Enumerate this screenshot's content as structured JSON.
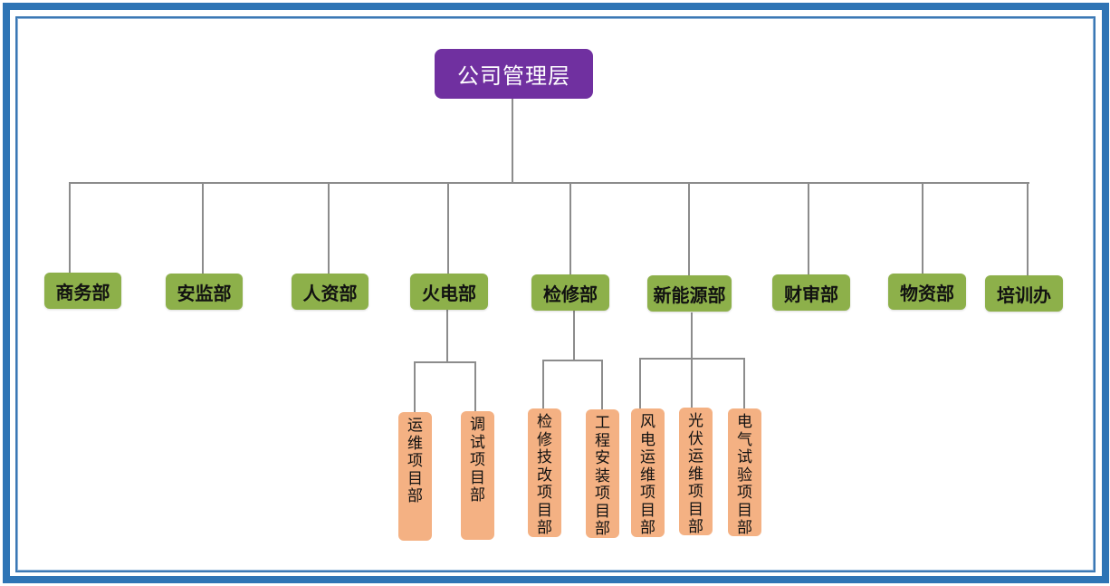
{
  "root": {
    "label": "公司管理层",
    "color": "#7030a0"
  },
  "departments": [
    {
      "label": "商务部"
    },
    {
      "label": "安监部"
    },
    {
      "label": "人资部"
    },
    {
      "label": "火电部"
    },
    {
      "label": "检修部"
    },
    {
      "label": "新能源部"
    },
    {
      "label": "财审部"
    },
    {
      "label": "物资部"
    },
    {
      "label": "培训办"
    }
  ],
  "sub_units": {
    "火电部": [
      "运维项目部",
      "调试项目部"
    ],
    "检修部": [
      "检修技改项目部",
      "工程安装项目部"
    ],
    "新能源部": [
      "风电运维项目部",
      "光伏运维项目部",
      "电气试验项目部"
    ]
  },
  "colors": {
    "department": "#8db04a",
    "sub_unit": "#f4b183",
    "connector": "#8c8c8c",
    "frame": "#2e74b5"
  }
}
